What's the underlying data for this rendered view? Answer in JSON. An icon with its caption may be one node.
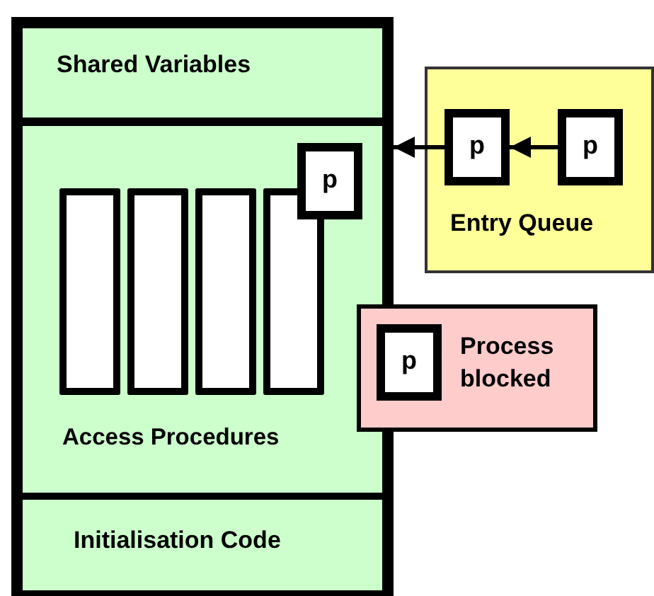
{
  "diagram": {
    "nodes": [
      {
        "text": [],
        "shape": "box"
      },
      {
        "text": [
          "Shared Variables"
        ],
        "in": 0
      },
      {
        "text": [
          "Access Procedures"
        ],
        "in": 0
      },
      {
        "text": [],
        "shape": "bar",
        "in": 2
      },
      {
        "text": [],
        "shape": "bar",
        "in": 2
      },
      {
        "text": [],
        "shape": "bar",
        "in": 2
      },
      {
        "text": [],
        "shape": "bar",
        "in": 2
      },
      {
        "text": [
          "p"
        ],
        "in": 2
      },
      {
        "text": [
          "Entry Queue"
        ]
      },
      {
        "text": [
          "p"
        ],
        "in": 8
      },
      {
        "text": [
          "p"
        ],
        "in": 8
      },
      {
        "text": [
          "Process blocked"
        ]
      },
      {
        "text": [
          "p"
        ],
        "in": 11
      },
      {
        "text": [
          "Initialisation Code"
        ],
        "in": 0
      }
    ],
    "edges": [
      {
        "from": 9,
        "to": 0,
        "arrow": "to"
      },
      {
        "from": 10,
        "to": 9,
        "arrow": "to"
      }
    ]
  }
}
